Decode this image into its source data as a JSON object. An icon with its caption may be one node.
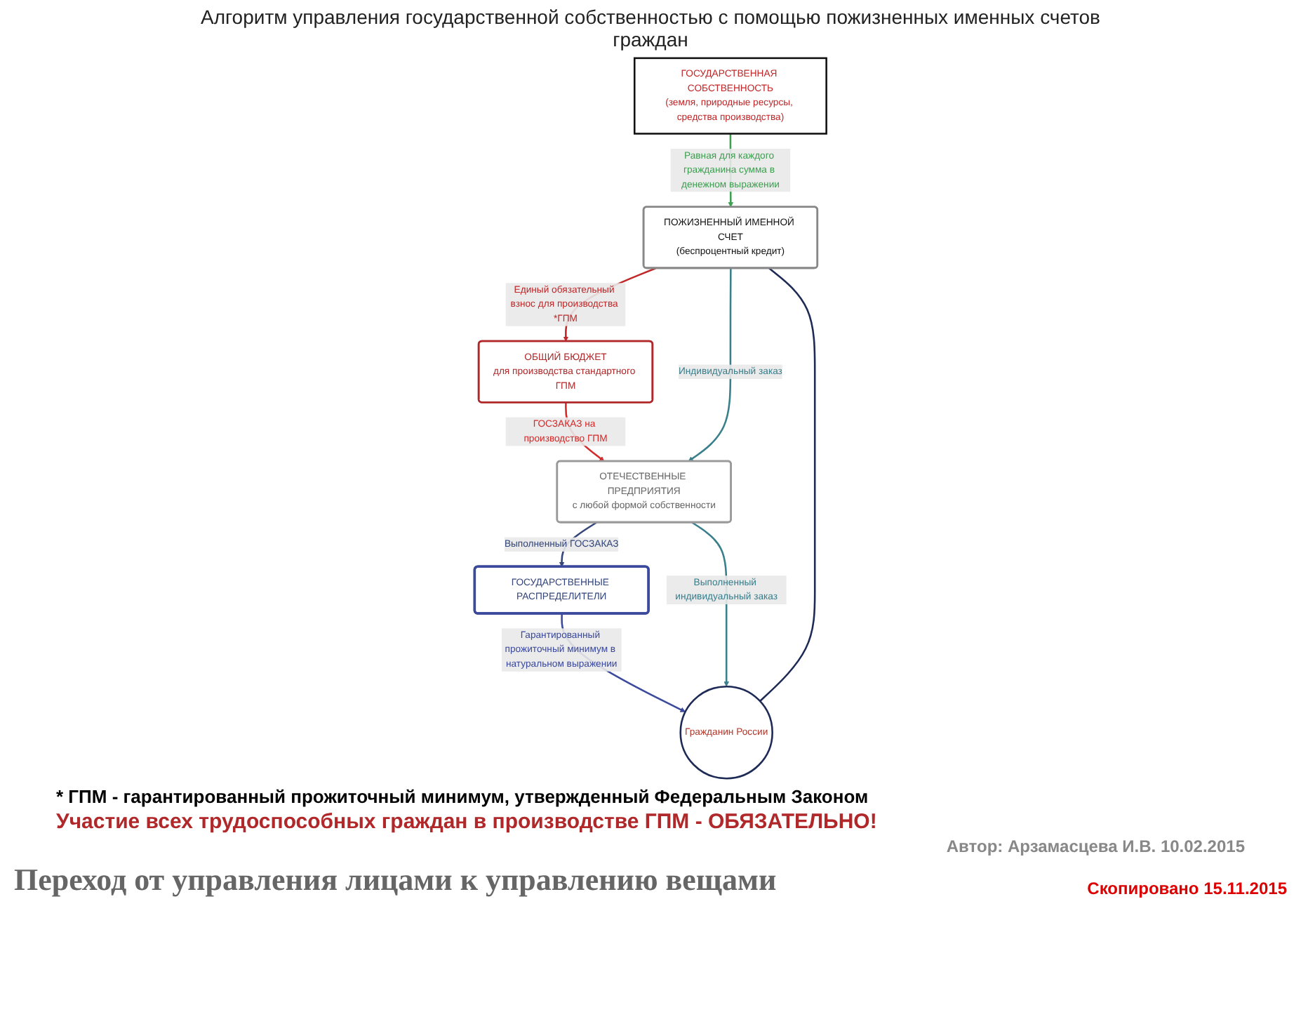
{
  "diagram": {
    "title": "Алгоритм управления государственной собственностью с помощью пожизненных именных счетов граждан",
    "caption": "Переход от управления лицами к управлению вещами",
    "nodes": [
      {
        "text": [
          "ГОСУДАРСТВЕННАЯ СОБСТВЕННОСТЬ",
          "(земля, природные ресурсы, средства производства)"
        ]
      },
      {
        "text": [
          "Гражданин России"
        ]
      },
      {
        "text": [
          "ГОСУДАРСТВЕННЫЕ РАСПРЕДЕЛИТЕЛИ"
        ]
      },
      {
        "text": [
          "ПОЖИЗНЕННЫЙ ИМЕННОЙ СЧЕТ",
          "(беспроцентный кредит)"
        ]
      },
      {
        "text": [
          "ОБЩИЙ БЮДЖЕТ",
          "для производства стандартного ГПМ"
        ]
      },
      {
        "text": [
          "ОТЕЧЕСТВЕННЫЕ ПРЕДПРИЯТИЯ",
          "с любой формой собственности"
        ]
      }
    ],
    "edges": [
      {
        "from": 2,
        "to": 1,
        "arrow": "to",
        "label": "Гарантированный прожиточный минимум в натуральном выражении",
        "color": "#3b4a9c"
      },
      {
        "from": 0,
        "to": 3,
        "arrow": "to",
        "label": "Равная для каждого гражданина сумма в денежном выражении",
        "color": "#3fa052"
      },
      {
        "from": 1,
        "to": 3,
        "arrow": "none",
        "color": "#1c2a55"
      },
      {
        "from": 3,
        "to": 4,
        "arrow": "to",
        "label": "Единый обязательный взнос для производства *ГПМ",
        "color": "#c0282a"
      },
      {
        "from": 4,
        "to": 5,
        "arrow": "to",
        "label": "ГОСЗАКАЗ на производство ГПМ",
        "color": "#d42a2a"
      },
      {
        "from": 3,
        "to": 5,
        "arrow": "to",
        "label": "Индивидуальный заказ",
        "color": "#3a7f8c"
      },
      {
        "from": 5,
        "to": 2,
        "arrow": "to",
        "label": "Выполненный ГОСЗАКАЗ",
        "color": "#34467a"
      },
      {
        "from": 5,
        "to": 1,
        "arrow": "to",
        "label": "Выполненный индивидуальный заказ",
        "color": "#3a7f8c"
      }
    ],
    "labels": [
      "* ГПМ - гарантированный прожиточный минимум, утвержденный Федеральным Законом",
      "Участие всех трудоспособных граждан в производстве ГПМ - ОБЯЗАТЕЛЬНО!",
      "Автор: Арзамасцева И.В. 10.02.2015",
      "Скопировано 15.11.2015"
    ]
  }
}
